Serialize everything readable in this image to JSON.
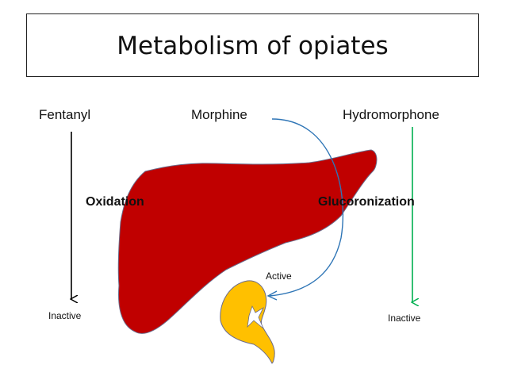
{
  "title": "Metabolism of opiates",
  "drugs": {
    "left": "Fentanyl",
    "center": "Morphine",
    "right": "Hydromorphone"
  },
  "processes": {
    "left": "Oxidation",
    "right": "Glucoronization"
  },
  "outcomes": {
    "center": "Active",
    "left": "Inactive",
    "right": "Inactive"
  },
  "colors": {
    "liver": "#c00000",
    "kidney": "#ffc000",
    "morphine_arrow": "#2e75b6",
    "hydromorphone_arrow": "#00b050",
    "fentanyl_arrow": "#000000"
  },
  "icons": [
    "liver-shape",
    "kidney-shape",
    "curved-arrow",
    "down-arrow"
  ]
}
